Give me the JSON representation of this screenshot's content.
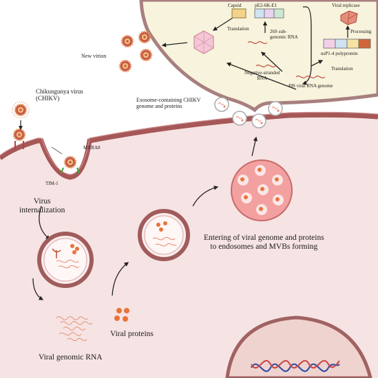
{
  "labels": {
    "chikv": "Chikungunya virus\n(CHIKV)",
    "mxra8": "MXRA8",
    "tim1": "TIM-1",
    "internalization": "Virus\ninternalization",
    "genomic_rna": "Viral genomic RNA",
    "viral_proteins": "Viral proteins",
    "entering": "Entering of viral genome and proteins\nto endosomes and MVBs forming",
    "exosome": "Exosome-containing CHIKV\ngenome and proteins",
    "new_virion": "New virion",
    "capsid": "Capsid",
    "pe2": "pE2-6K-E1",
    "translation_top": "Translation",
    "subgenomic": "26S sub-\ngenomic RNA",
    "negative": "Negative-stranded\nRNA",
    "genome49": "49S viral RNA genome",
    "translation_right": "Translation",
    "replicase": "Viral replicase",
    "processing": "Processing",
    "polyprotein": "nsP1-4 polyprotein"
  },
  "colors": {
    "cell_fill": "#f6e3e3",
    "membrane": "#a65757",
    "er_fill": "#f8f3dc",
    "virion": "#d16a52",
    "arrow": "#222222"
  }
}
